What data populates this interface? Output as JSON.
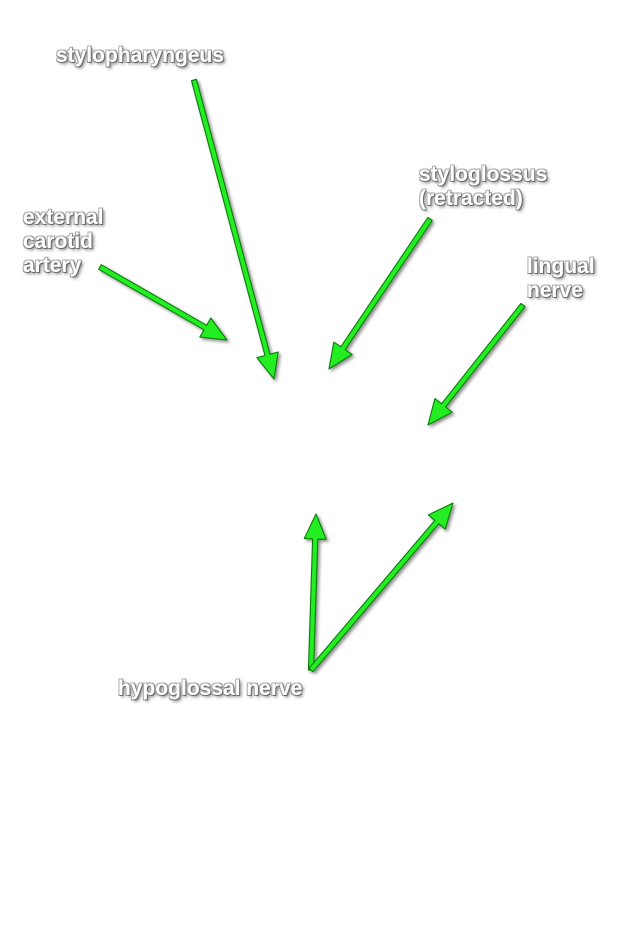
{
  "labels": {
    "stylopharyngeus": "stylopharyngeus",
    "external_carotid_artery": "external\ncarotid\nartery",
    "styloglossus": "styloglossus\n(retracted)",
    "lingual_nerve": "lingual\nnerve",
    "hypoglossal_nerve": "hypoglossal nerve"
  },
  "colors": {
    "arrow_fill": "#22ee22",
    "arrow_edge": "#0c7a0c",
    "label_text": "#ffffff",
    "background": "#ffffff"
  }
}
